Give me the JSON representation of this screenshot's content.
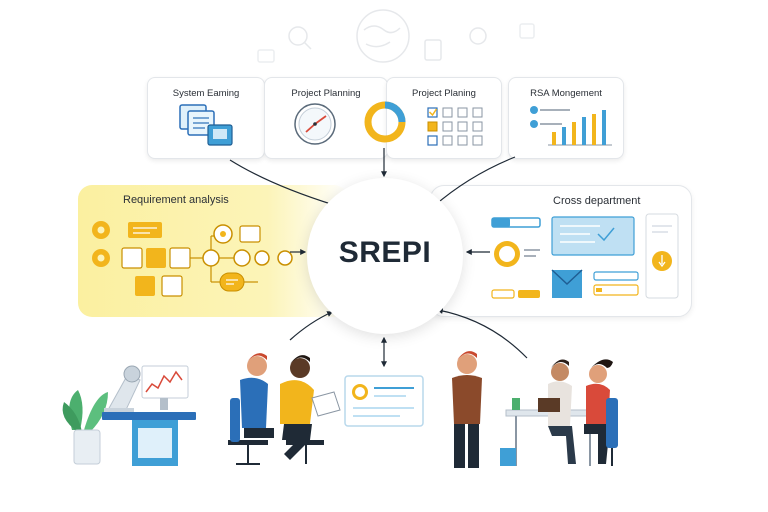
{
  "hub": {
    "label": "SREPI"
  },
  "top_cards": [
    {
      "title": "System Eaming"
    },
    {
      "title": "Project Planning"
    },
    {
      "title": "Project Planing"
    },
    {
      "title": "RSA Mongement"
    }
  ],
  "left_panel": {
    "title": "Requirement analysis"
  },
  "right_panel": {
    "title": "Cross department"
  },
  "colors": {
    "accent_yellow": "#f2b51c",
    "panel_yellow": "#fbf2a8",
    "accent_blue": "#3f9fd6",
    "dark_navy": "#1f2a36",
    "chair_blue": "#2b6fb8",
    "plant_green": "#4caf6e"
  }
}
